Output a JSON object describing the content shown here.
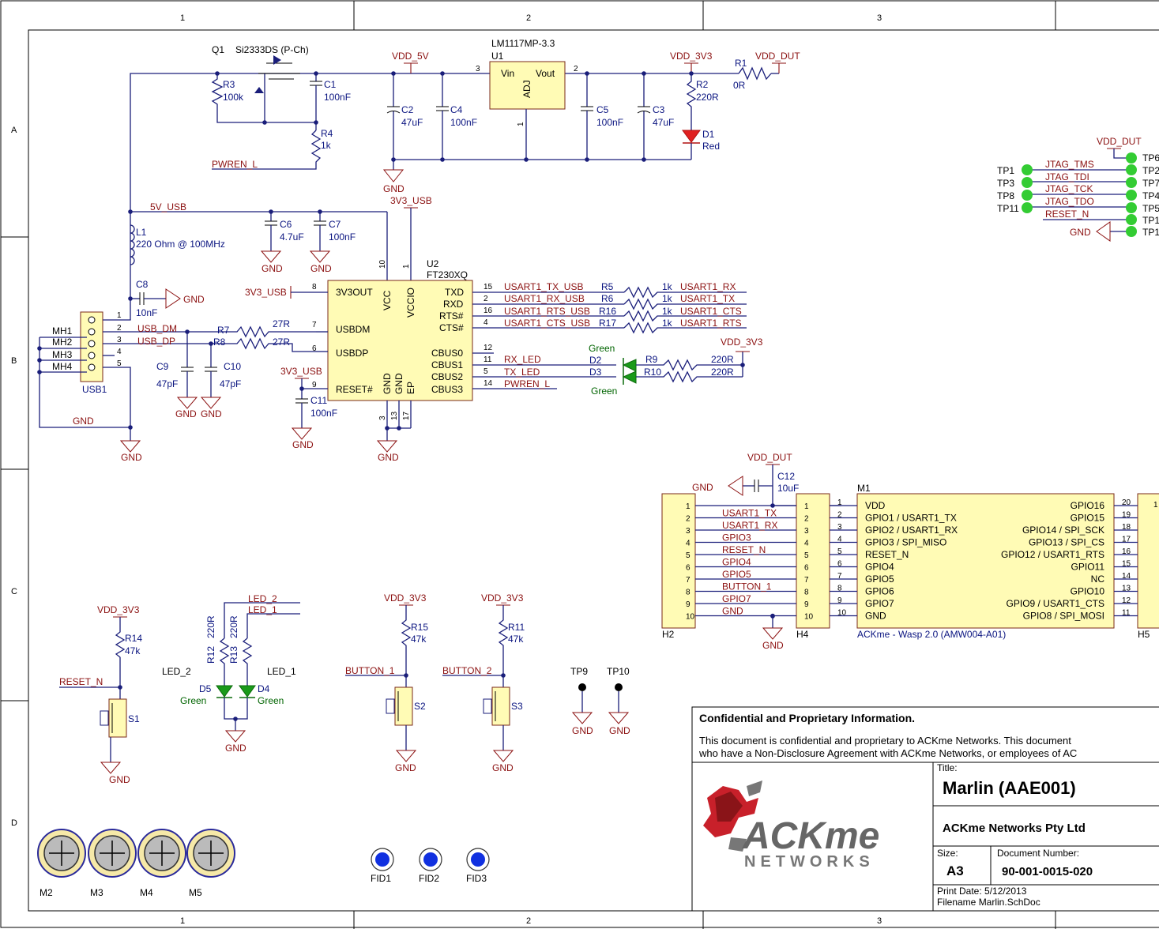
{
  "frame": {
    "columns": [
      "1",
      "2",
      "3"
    ],
    "rows": [
      "A",
      "B",
      "C",
      "D"
    ]
  },
  "components": {
    "q1": {
      "ref": "Q1",
      "value": "Si2333DS (P-Ch)"
    },
    "u1": {
      "ref": "U1",
      "value": "LM1117MP-3.3",
      "pin_vin": "Vin",
      "pin_vout": "Vout",
      "pin_adj": "ADJ"
    },
    "u2": {
      "ref": "U2",
      "value": "FT230XQ",
      "pins_left": [
        "3V3OUT",
        "USBDM",
        "USBDP",
        "RESET#"
      ],
      "pins_top": [
        "VCC",
        "VCCIO"
      ],
      "pins_bottom": [
        "GND",
        "GND",
        "EP"
      ],
      "pins_right": [
        "TXD",
        "RXD",
        "RTS#",
        "CTS#",
        "CBUS0",
        "CBUS1",
        "CBUS2",
        "CBUS3"
      ]
    },
    "r1": {
      "ref": "R1",
      "value": "0R"
    },
    "r2": {
      "ref": "R2",
      "value": "220R"
    },
    "r3": {
      "ref": "R3",
      "value": "100k"
    },
    "r4": {
      "ref": "R4",
      "value": "1k"
    },
    "r5": {
      "ref": "R5",
      "value": "1k"
    },
    "r6": {
      "ref": "R6",
      "value": "1k"
    },
    "r16": {
      "ref": "R16",
      "value": "1k"
    },
    "r17": {
      "ref": "R17",
      "value": "1k"
    },
    "r7": {
      "ref": "R7",
      "value": "27R"
    },
    "r8": {
      "ref": "R8",
      "value": "27R"
    },
    "r9": {
      "ref": "R9",
      "value": "220R"
    },
    "r10": {
      "ref": "R10",
      "value": "220R"
    },
    "r11": {
      "ref": "R11",
      "value": "47k"
    },
    "r12": {
      "ref": "R12",
      "value": "220R"
    },
    "r13": {
      "ref": "R13",
      "value": "220R"
    },
    "r14": {
      "ref": "R14",
      "value": "47k"
    },
    "r15": {
      "ref": "R15",
      "value": "47k"
    },
    "c1": {
      "ref": "C1",
      "value": "100nF"
    },
    "c2": {
      "ref": "C2",
      "value": "47uF"
    },
    "c3": {
      "ref": "C3",
      "value": "47uF"
    },
    "c4": {
      "ref": "C4",
      "value": "100nF"
    },
    "c5": {
      "ref": "C5",
      "value": "100nF"
    },
    "c6": {
      "ref": "C6",
      "value": "4.7uF"
    },
    "c7": {
      "ref": "C7",
      "value": "100nF"
    },
    "c8": {
      "ref": "C8",
      "value": "10nF"
    },
    "c9": {
      "ref": "C9",
      "value": "47pF"
    },
    "c10": {
      "ref": "C10",
      "value": "47pF"
    },
    "c11": {
      "ref": "C11",
      "value": "100nF"
    },
    "c12": {
      "ref": "C12",
      "value": "10uF"
    },
    "l1": {
      "ref": "L1",
      "value": "220 Ohm @ 100MHz"
    },
    "d1": {
      "ref": "D1",
      "value": "Red"
    },
    "d2": {
      "ref": "D2",
      "value": "Green"
    },
    "d3": {
      "ref": "D3",
      "value": "Green"
    },
    "d4": {
      "ref": "D4",
      "value": "Green"
    },
    "d5": {
      "ref": "D5",
      "value": "Green"
    },
    "usb1": {
      "ref": "USB1",
      "mh": [
        "MH1",
        "MH2",
        "MH3",
        "MH4"
      ],
      "pins": [
        "1",
        "2",
        "3",
        "4",
        "5"
      ]
    },
    "s1": {
      "ref": "S1"
    },
    "s2": {
      "ref": "S2"
    },
    "s3": {
      "ref": "S3"
    },
    "h2": {
      "ref": "H2"
    },
    "h4": {
      "ref": "H4"
    },
    "h5": {
      "ref": "H5"
    },
    "m1": {
      "ref": "M1",
      "value": "ACKme - Wasp 2.0 (AMW004-A01)",
      "left_pins": [
        "VDD",
        "GPIO1 / USART1_TX",
        "GPIO2 / USART1_RX",
        "GPIO3 / SPI_MISO",
        "RESET_N",
        "GPIO4",
        "GPIO5",
        "GPIO6",
        "GPIO7",
        "GND"
      ],
      "right_pins": [
        "GPIO16",
        "GPIO15",
        "GPIO14 / SPI_SCK",
        "GPIO13 / SPI_CS",
        "GPIO12 / USART1_RTS",
        "GPIO11",
        "NC",
        "GPIO10",
        "GPIO9 / USART1_CTS",
        "GPIO8 / SPI_MOSI"
      ],
      "right_nums": [
        "20",
        "19",
        "18",
        "17",
        "16",
        "15",
        "14",
        "13",
        "12",
        "11"
      ]
    },
    "tp": {
      "left": [
        "TP1",
        "TP3",
        "TP8",
        "TP11"
      ],
      "right": [
        "TP6",
        "TP2",
        "TP7",
        "TP4",
        "TP5",
        "TP1",
        "TP1"
      ],
      "tp9": "TP9",
      "tp10": "TP10"
    },
    "mounting": [
      "M2",
      "M3",
      "M4",
      "M5"
    ],
    "fiducials": [
      "FID1",
      "FID2",
      "FID3"
    ]
  },
  "nets": {
    "vdd_5v": "VDD_5V",
    "vdd_3v3": "VDD_3V3",
    "vdd_dut": "VDD_DUT",
    "gnd": "GND",
    "pwren_l": "PWREN_L",
    "v5_usb": "5V_USB",
    "v3v3_usb": "3V3_USB",
    "usb_dm": "USB_DM",
    "usb_dp": "USB_DP",
    "rx_led": "RX_LED",
    "tx_led": "TX_LED",
    "led_1": "LED_1",
    "led_2": "LED_2",
    "reset_n": "RESET_N",
    "button_1": "BUTTON_1",
    "button_2": "BUTTON_2",
    "usb_side": [
      "USART1_TX_USB",
      "USART1_RX_USB",
      "USART1_RTS_USB",
      "USART1_CTS_USB"
    ],
    "mcu_side": [
      "USART1_RX",
      "USART1_TX",
      "USART1_CTS",
      "USART1_RTS"
    ],
    "jtag": [
      "JTAG_TMS",
      "JTAG_TDI",
      "JTAG_TCK",
      "JTAG_TDO",
      "RESET_N"
    ],
    "h2_nets": [
      "USART1_TX",
      "USART1_RX",
      "GPIO3",
      "RESET_N",
      "GPIO4",
      "GPIO5",
      "BUTTON_1",
      "GPIO7",
      "GND"
    ]
  },
  "title_block": {
    "confidential_title": "Confidential and Proprietary Information.",
    "confidential_line1": "This document is confidential and proprietary to ACKme Networks. This document",
    "confidential_line2": "who have a Non-Disclosure Agreement with ACKme Networks, or employees of AC",
    "title_label": "Title:",
    "title": "Marlin (AAE001)",
    "company": "ACKme Networks Pty Ltd",
    "size_label": "Size:",
    "size": "A3",
    "doc_number_label": "Document Number:",
    "doc_number": "90-001-0015-020",
    "print_date": "Print Date: 5/12/2013",
    "filename": "Filename   Marlin.SchDoc",
    "logo_text_main": "ACKme",
    "logo_text_sub": "NETWORKS"
  },
  "colors": {
    "wire": "#1a1e7a",
    "net_label": "#8b1010",
    "led_green": "#1a9a1a",
    "led_red": "#e02020",
    "ic_body": "#fffbb5",
    "testpoint": "#33cc33",
    "fiducial": "#1030e0"
  }
}
